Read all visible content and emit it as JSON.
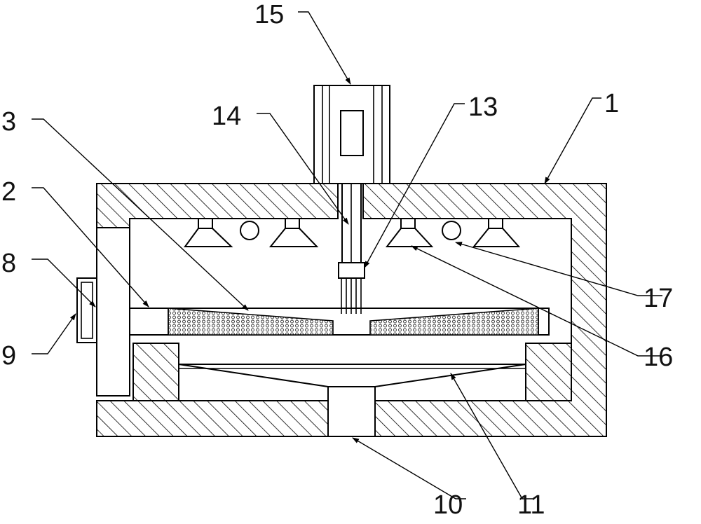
{
  "labels": [
    {
      "id": "label-1",
      "text": "1"
    },
    {
      "id": "label-2",
      "text": "2"
    },
    {
      "id": "label-3",
      "text": "3"
    },
    {
      "id": "label-8",
      "text": "8"
    },
    {
      "id": "label-9",
      "text": "9"
    },
    {
      "id": "label-10",
      "text": "10"
    },
    {
      "id": "label-11",
      "text": "11"
    },
    {
      "id": "label-13",
      "text": "13"
    },
    {
      "id": "label-14",
      "text": "14"
    },
    {
      "id": "label-15",
      "text": "15"
    },
    {
      "id": "label-16",
      "text": "16"
    },
    {
      "id": "label-17",
      "text": "17"
    }
  ]
}
